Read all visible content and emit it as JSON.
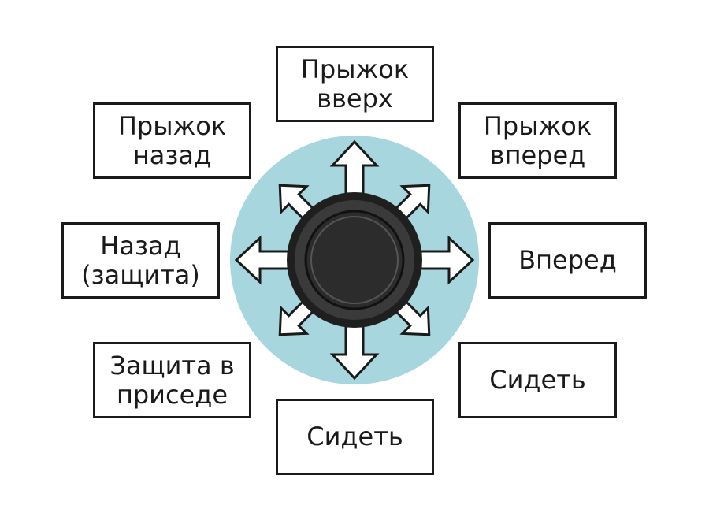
{
  "colors": {
    "disc": "#a7d6df",
    "knob": "#2e2e2e",
    "outline": "#1a1a1a",
    "arrow_fill": "#ffffff"
  },
  "icons": [
    "joystick-knob-icon",
    "arrow-icon"
  ],
  "labels": {
    "up": "Прыжок\nвверх",
    "up_left": "Прыжок\nназад",
    "up_right": "Прыжок\nвперед",
    "left": "Назад\n(защита)",
    "right": "Вперед",
    "down_left": "Защита в\nприседе",
    "down_right": "Сидеть",
    "down": "Сидеть"
  }
}
